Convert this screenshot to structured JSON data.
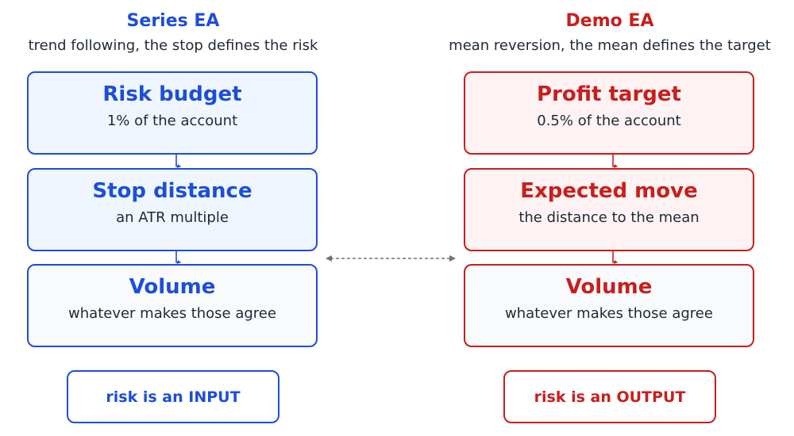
{
  "columns": {
    "left": {
      "title": "Series EA",
      "subtitle": "trend following, the stop defines the risk",
      "color": "#1d4ed8",
      "boxes": [
        {
          "title": "Risk budget",
          "description": "1% of the account"
        },
        {
          "title": "Stop distance",
          "description": "an ATR multiple"
        },
        {
          "title": "Volume",
          "description": "whatever makes those agree"
        }
      ],
      "footer": "risk is an INPUT"
    },
    "right": {
      "title": "Demo EA",
      "subtitle": "mean reversion, the mean defines the target",
      "color": "#c81e1e",
      "boxes": [
        {
          "title": "Profit target",
          "description": "0.5% of the account"
        },
        {
          "title": "Expected move",
          "description": "the distance to the mean"
        },
        {
          "title": "Volume",
          "description": "whatever makes those agree"
        }
      ],
      "footer": "risk is an OUTPUT"
    }
  },
  "link_arrow_color": "#6b7280"
}
